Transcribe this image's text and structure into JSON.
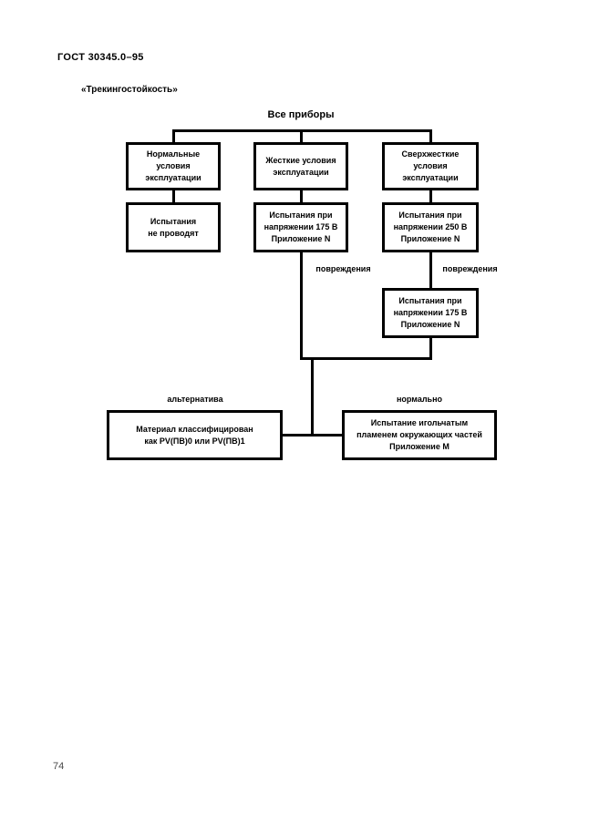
{
  "document": {
    "header": "ГОСТ 30345.0–95",
    "section_title": "«Трекингостойкость»",
    "page_number": "74"
  },
  "diagram": {
    "root_label": "Все приборы",
    "boxes": {
      "normal_conditions": "Нормальные\nусловия\nэксплуатации",
      "severe_conditions": "Жесткие условия\nэксплуатации",
      "extra_severe_conditions": "Сверхжесткие\nусловия\nэксплуатации",
      "no_tests": "Испытания\nне проводят",
      "test_175v": "Испытания при\nнапряжении 175 В\nПриложение N",
      "test_250v": "Испытания при\nнапряжении 250 В\nПриложение N",
      "test_175v_after_damage": "Испытания при\nнапряжении 175 В\nПриложение N",
      "material_classified": "Материал классифицирован\nкак PV(ПВ)0 или PV(ПВ)1",
      "needle_flame_test": "Испытание игольчатым\nпламенем окружающих частей\nПриложение М"
    },
    "edge_labels": {
      "damage_left": "повреждения",
      "damage_right": "повреждения",
      "alternative": "альтернатива",
      "normal": "нормально"
    }
  },
  "colors": {
    "ink": "#000000",
    "page_background": "#ffffff",
    "page_number_gray": "#4a4a4a"
  }
}
